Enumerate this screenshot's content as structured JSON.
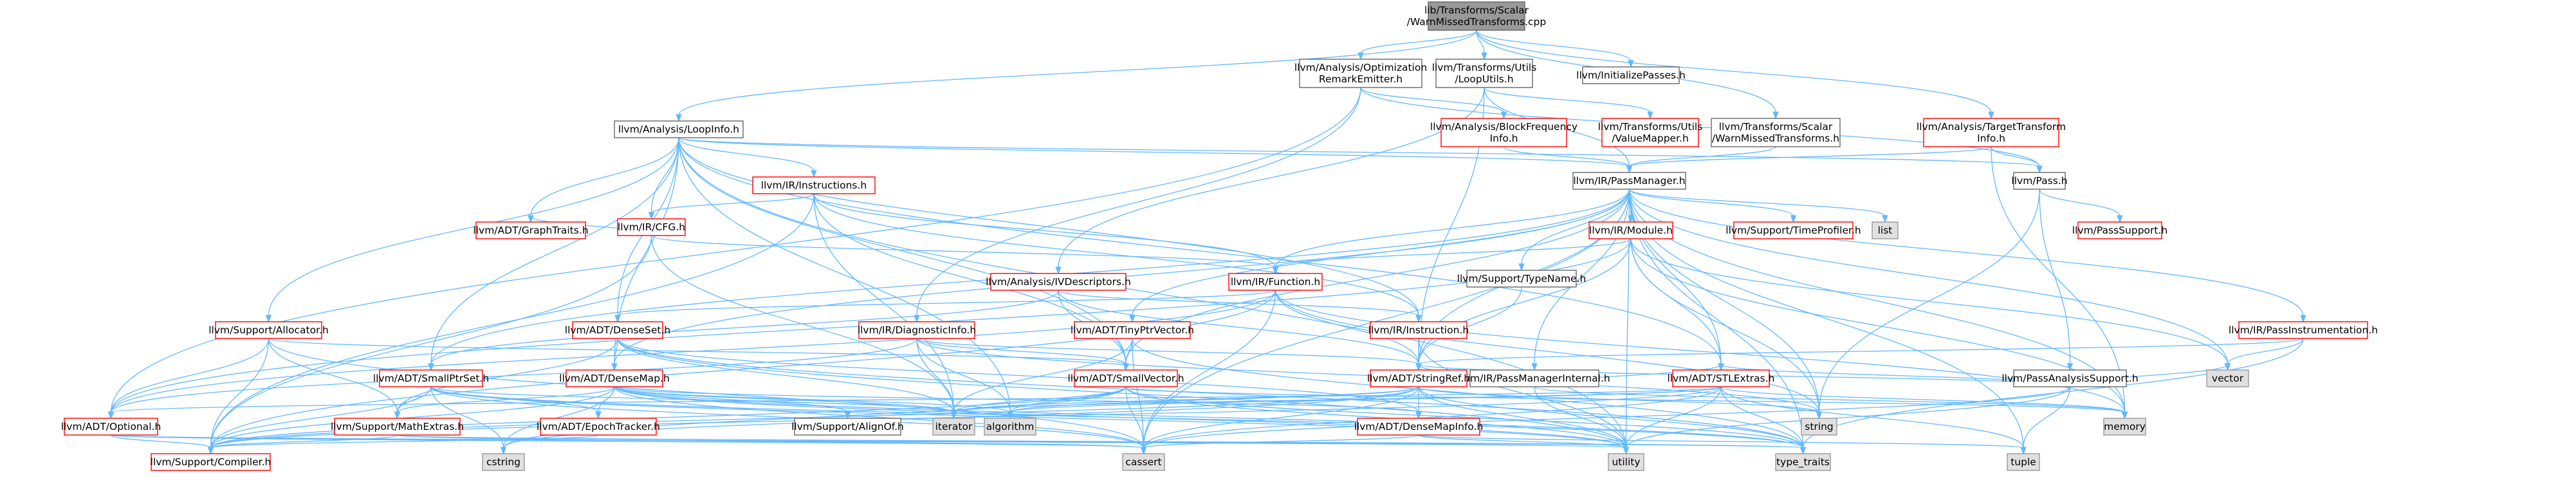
{
  "colors": {
    "root_fill": "#999999",
    "root_stroke": "#666666",
    "node_fill": "#ffffff",
    "linked_stroke": "#ff0000",
    "internal_stroke": "#666666",
    "system_fill": "#e0e0e0",
    "system_stroke": "#999999",
    "edge": "#63b8ff"
  },
  "nodes": {
    "root": {
      "lines": [
        "lib/Transforms/Scalar",
        "/WarnMissedTransforms.cpp"
      ],
      "kind": "root"
    },
    "optremark": {
      "lines": [
        "llvm/Analysis/Optimization",
        "RemarkEmitter.h"
      ],
      "kind": "internal"
    },
    "looputils": {
      "lines": [
        "llvm/Transforms/Utils",
        "/LoopUtils.h"
      ],
      "kind": "internal"
    },
    "initpasses": {
      "lines": [
        "llvm/InitializePasses.h"
      ],
      "kind": "internal"
    },
    "targettransform": {
      "lines": [
        "llvm/Analysis/TargetTransform",
        "Info.h"
      ],
      "kind": "linked"
    },
    "loopinfo": {
      "lines": [
        "llvm/Analysis/LoopInfo.h"
      ],
      "kind": "internal"
    },
    "blockfreq": {
      "lines": [
        "llvm/Analysis/BlockFrequency",
        "Info.h"
      ],
      "kind": "linked"
    },
    "valuemapper": {
      "lines": [
        "llvm/Transforms/Utils",
        "/ValueMapper.h"
      ],
      "kind": "linked"
    },
    "warnmissed_h": {
      "lines": [
        "llvm/Transforms/Scalar",
        "/WarnMissedTransforms.h"
      ],
      "kind": "internal"
    },
    "passmanager": {
      "lines": [
        "llvm/IR/PassManager.h"
      ],
      "kind": "internal"
    },
    "pass_h": {
      "lines": [
        "llvm/Pass.h"
      ],
      "kind": "internal"
    },
    "instructions": {
      "lines": [
        "llvm/IR/Instructions.h"
      ],
      "kind": "linked"
    },
    "cfg": {
      "lines": [
        "llvm/IR/CFG.h"
      ],
      "kind": "linked"
    },
    "graphtraits": {
      "lines": [
        "llvm/ADT/GraphTraits.h"
      ],
      "kind": "linked"
    },
    "module": {
      "lines": [
        "llvm/IR/Module.h"
      ],
      "kind": "linked"
    },
    "timeprofiler": {
      "lines": [
        "llvm/Support/TimeProfiler.h"
      ],
      "kind": "linked"
    },
    "list": {
      "lines": [
        "list"
      ],
      "kind": "system"
    },
    "passsupport": {
      "lines": [
        "llvm/PassSupport.h"
      ],
      "kind": "linked"
    },
    "typename": {
      "lines": [
        "llvm/Support/TypeName.h"
      ],
      "kind": "internal"
    },
    "function": {
      "lines": [
        "llvm/IR/Function.h"
      ],
      "kind": "linked"
    },
    "ivdescriptors": {
      "lines": [
        "llvm/Analysis/IVDescriptors.h"
      ],
      "kind": "linked"
    },
    "allocator": {
      "lines": [
        "llvm/Support/Allocator.h"
      ],
      "kind": "linked"
    },
    "denseset": {
      "lines": [
        "llvm/ADT/DenseSet.h"
      ],
      "kind": "linked"
    },
    "diaginfo": {
      "lines": [
        "llvm/IR/DiagnosticInfo.h"
      ],
      "kind": "linked"
    },
    "tinyptrvector": {
      "lines": [
        "llvm/ADT/TinyPtrVector.h"
      ],
      "kind": "linked"
    },
    "instruction": {
      "lines": [
        "llvm/IR/Instruction.h"
      ],
      "kind": "linked"
    },
    "pmi": {
      "lines": [
        "llvm/IR/PassManagerInternal.h"
      ],
      "kind": "internal"
    },
    "passanalysis": {
      "lines": [
        "llvm/PassAnalysisSupport.h"
      ],
      "kind": "internal"
    },
    "passinstr": {
      "lines": [
        "llvm/IR/PassInstrumentation.h"
      ],
      "kind": "linked"
    },
    "smallptrset": {
      "lines": [
        "llvm/ADT/SmallPtrSet.h"
      ],
      "kind": "linked"
    },
    "densemap": {
      "lines": [
        "llvm/ADT/DenseMap.h"
      ],
      "kind": "linked"
    },
    "smallvector": {
      "lines": [
        "llvm/ADT/SmallVector.h"
      ],
      "kind": "linked"
    },
    "stringref": {
      "lines": [
        "llvm/ADT/StringRef.h"
      ],
      "kind": "linked"
    },
    "stlextras": {
      "lines": [
        "llvm/ADT/STLExtras.h"
      ],
      "kind": "linked"
    },
    "vector": {
      "lines": [
        "vector"
      ],
      "kind": "system"
    },
    "optional": {
      "lines": [
        "llvm/ADT/Optional.h"
      ],
      "kind": "linked"
    },
    "mathextras": {
      "lines": [
        "llvm/Support/MathExtras.h"
      ],
      "kind": "linked"
    },
    "epochtracker": {
      "lines": [
        "llvm/ADT/EpochTracker.h"
      ],
      "kind": "linked"
    },
    "aligof": {
      "lines": [
        "llvm/Support/AlignOf.h"
      ],
      "kind": "internal"
    },
    "iterator": {
      "lines": [
        "iterator"
      ],
      "kind": "system"
    },
    "algorithm": {
      "lines": [
        "algorithm"
      ],
      "kind": "system"
    },
    "densemapinfo": {
      "lines": [
        "llvm/ADT/DenseMapInfo.h"
      ],
      "kind": "linked"
    },
    "string": {
      "lines": [
        "string"
      ],
      "kind": "system"
    },
    "memory": {
      "lines": [
        "memory"
      ],
      "kind": "system"
    },
    "compiler": {
      "lines": [
        "llvm/Support/Compiler.h"
      ],
      "kind": "linked"
    },
    "cstring": {
      "lines": [
        "cstring"
      ],
      "kind": "system"
    },
    "cassert": {
      "lines": [
        "cassert"
      ],
      "kind": "system"
    },
    "utility": {
      "lines": [
        "utility"
      ],
      "kind": "system"
    },
    "type_traits": {
      "lines": [
        "type_traits"
      ],
      "kind": "system"
    },
    "tuple": {
      "lines": [
        "tuple"
      ],
      "kind": "system"
    }
  },
  "edges": [
    [
      "root",
      "optremark"
    ],
    [
      "root",
      "looputils"
    ],
    [
      "root",
      "initpasses"
    ],
    [
      "root",
      "targettransform"
    ],
    [
      "root",
      "loopinfo"
    ],
    [
      "root",
      "warnmissed_h"
    ],
    [
      "optremark",
      "blockfreq"
    ],
    [
      "optremark",
      "diaginfo"
    ],
    [
      "optremark",
      "pass_h"
    ],
    [
      "optremark",
      "optional"
    ],
    [
      "looputils",
      "valuemapper"
    ],
    [
      "looputils",
      "ivdescriptors"
    ],
    [
      "looputils",
      "passmanager"
    ],
    [
      "looputils",
      "stringref"
    ],
    [
      "targettransform",
      "passmanager"
    ],
    [
      "targettransform",
      "pass_h"
    ],
    [
      "targettransform",
      "memory"
    ],
    [
      "blockfreq",
      "passmanager"
    ],
    [
      "warnmissed_h",
      "passmanager"
    ],
    [
      "loopinfo",
      "passmanager"
    ],
    [
      "loopinfo",
      "pass_h"
    ],
    [
      "loopinfo",
      "instructions"
    ],
    [
      "loopinfo",
      "cfg"
    ],
    [
      "loopinfo",
      "graphtraits"
    ],
    [
      "loopinfo",
      "allocator"
    ],
    [
      "loopinfo",
      "denseset"
    ],
    [
      "loopinfo",
      "densemap"
    ],
    [
      "loopinfo",
      "smallptrset"
    ],
    [
      "loopinfo",
      "smallvector"
    ],
    [
      "loopinfo",
      "stlextras"
    ],
    [
      "loopinfo",
      "instruction"
    ],
    [
      "loopinfo",
      "algorithm"
    ],
    [
      "loopinfo",
      "utility"
    ],
    [
      "passmanager",
      "module"
    ],
    [
      "passmanager",
      "timeprofiler"
    ],
    [
      "passmanager",
      "list"
    ],
    [
      "passmanager",
      "typename"
    ],
    [
      "passmanager",
      "function"
    ],
    [
      "passmanager",
      "pmi"
    ],
    [
      "passmanager",
      "passinstr"
    ],
    [
      "passmanager",
      "smallptrset"
    ],
    [
      "passmanager",
      "densemap"
    ],
    [
      "passmanager",
      "smallvector"
    ],
    [
      "passmanager",
      "stringref"
    ],
    [
      "passmanager",
      "stlextras"
    ],
    [
      "passmanager",
      "tinyptrvector"
    ],
    [
      "passmanager",
      "vector"
    ],
    [
      "passmanager",
      "memory"
    ],
    [
      "passmanager",
      "cassert"
    ],
    [
      "passmanager",
      "utility"
    ],
    [
      "passmanager",
      "type_traits"
    ],
    [
      "passmanager",
      "tuple"
    ],
    [
      "passmanager",
      "string"
    ],
    [
      "pass_h",
      "passsupport"
    ],
    [
      "pass_h",
      "passanalysis"
    ],
    [
      "pass_h",
      "string"
    ],
    [
      "instructions",
      "cfg"
    ],
    [
      "instructions",
      "function"
    ],
    [
      "instructions",
      "instruction"
    ],
    [
      "instructions",
      "smallvector"
    ],
    [
      "instructions",
      "iterator"
    ],
    [
      "instructions",
      "compiler"
    ],
    [
      "cfg",
      "graphtraits"
    ],
    [
      "cfg",
      "function"
    ],
    [
      "cfg",
      "iterator"
    ],
    [
      "cfg",
      "compiler"
    ],
    [
      "module",
      "function"
    ],
    [
      "module",
      "stlextras"
    ],
    [
      "module",
      "stringref"
    ],
    [
      "module",
      "optional"
    ],
    [
      "module",
      "string"
    ],
    [
      "module",
      "vector"
    ],
    [
      "module",
      "memory"
    ],
    [
      "typename",
      "stringref"
    ],
    [
      "function",
      "denseset"
    ],
    [
      "function",
      "stringref"
    ],
    [
      "function",
      "compiler"
    ],
    [
      "function",
      "cassert"
    ],
    [
      "function",
      "string"
    ],
    [
      "function",
      "memory"
    ],
    [
      "function",
      "optional"
    ],
    [
      "ivdescriptors",
      "smallptrset"
    ],
    [
      "ivdescriptors",
      "smallvector"
    ],
    [
      "ivdescriptors",
      "stringref"
    ],
    [
      "ivdescriptors",
      "instruction"
    ],
    [
      "allocator",
      "compiler"
    ],
    [
      "allocator",
      "mathextras"
    ],
    [
      "allocator",
      "optional"
    ],
    [
      "allocator",
      "smallvector"
    ],
    [
      "allocator",
      "cassert"
    ],
    [
      "denseset",
      "densemap"
    ],
    [
      "denseset",
      "densemapinfo"
    ],
    [
      "denseset",
      "mathextras"
    ],
    [
      "denseset",
      "type_traits"
    ],
    [
      "denseset",
      "iterator"
    ],
    [
      "denseset",
      "utility"
    ],
    [
      "diaginfo",
      "smallvector"
    ],
    [
      "diaginfo",
      "stringref"
    ],
    [
      "diaginfo",
      "optional"
    ],
    [
      "diaginfo",
      "iterator"
    ],
    [
      "diaginfo",
      "algorithm"
    ],
    [
      "diaginfo",
      "string"
    ],
    [
      "tinyptrvector",
      "smallvector"
    ],
    [
      "tinyptrvector",
      "cassert"
    ],
    [
      "tinyptrvector",
      "iterator"
    ],
    [
      "tinyptrvector",
      "type_traits"
    ],
    [
      "instruction",
      "stringref"
    ],
    [
      "instruction",
      "utility"
    ],
    [
      "pmi",
      "stringref"
    ],
    [
      "pmi",
      "memory"
    ],
    [
      "pmi",
      "utility"
    ],
    [
      "pmi",
      "stlextras"
    ],
    [
      "passanalysis",
      "stringref"
    ],
    [
      "passanalysis",
      "stlextras"
    ],
    [
      "passanalysis",
      "vector"
    ],
    [
      "passanalysis",
      "cassert"
    ],
    [
      "passanalysis",
      "utility"
    ],
    [
      "passanalysis",
      "tuple"
    ],
    [
      "passinstr",
      "vector"
    ],
    [
      "passinstr",
      "type_traits"
    ],
    [
      "passinstr",
      "stringref"
    ],
    [
      "smallptrset",
      "epochtracker"
    ],
    [
      "smallptrset",
      "compiler"
    ],
    [
      "smallptrset",
      "mathextras"
    ],
    [
      "smallptrset",
      "type_traits"
    ],
    [
      "smallptrset",
      "utility"
    ],
    [
      "smallptrset",
      "cstring"
    ],
    [
      "smallptrset",
      "cassert"
    ],
    [
      "smallptrset",
      "iterator"
    ],
    [
      "densemap",
      "densemapinfo"
    ],
    [
      "densemap",
      "epochtracker"
    ],
    [
      "densemap",
      "aligof"
    ],
    [
      "densemap",
      "compiler"
    ],
    [
      "densemap",
      "mathextras"
    ],
    [
      "densemap",
      "algorithm"
    ],
    [
      "densemap",
      "cassert"
    ],
    [
      "densemap",
      "iterator"
    ],
    [
      "densemap",
      "utility"
    ],
    [
      "densemap",
      "type_traits"
    ],
    [
      "densemap",
      "cstring"
    ],
    [
      "smallvector",
      "compiler"
    ],
    [
      "smallvector",
      "type_traits"
    ],
    [
      "smallvector",
      "algorithm"
    ],
    [
      "smallvector",
      "cassert"
    ],
    [
      "smallvector",
      "cstring"
    ],
    [
      "smallvector",
      "iterator"
    ],
    [
      "smallvector",
      "memory"
    ],
    [
      "smallvector",
      "utility"
    ],
    [
      "stringref",
      "densemapinfo"
    ],
    [
      "stringref",
      "compiler"
    ],
    [
      "stringref",
      "algorithm"
    ],
    [
      "stringref",
      "cassert"
    ],
    [
      "stringref",
      "cstring"
    ],
    [
      "stringref",
      "iterator"
    ],
    [
      "stringref",
      "string"
    ],
    [
      "stringref",
      "type_traits"
    ],
    [
      "stringref",
      "utility"
    ],
    [
      "stlextras",
      "optional"
    ],
    [
      "stlextras",
      "compiler"
    ],
    [
      "stlextras",
      "iterator"
    ],
    [
      "stlextras",
      "algorithm"
    ],
    [
      "stlextras",
      "cassert"
    ],
    [
      "stlextras",
      "memory"
    ],
    [
      "stlextras",
      "tuple"
    ],
    [
      "stlextras",
      "type_traits"
    ],
    [
      "stlextras",
      "utility"
    ],
    [
      "optional",
      "compiler"
    ],
    [
      "optional",
      "cassert"
    ],
    [
      "optional",
      "utility"
    ],
    [
      "optional",
      "type_traits"
    ],
    [
      "mathextras",
      "compiler"
    ],
    [
      "mathextras",
      "cassert"
    ],
    [
      "mathextras",
      "type_traits"
    ],
    [
      "epochtracker",
      "compiler"
    ],
    [
      "densemapinfo",
      "cassert"
    ],
    [
      "densemapinfo",
      "utility"
    ],
    [
      "densemapinfo",
      "tuple"
    ]
  ]
}
